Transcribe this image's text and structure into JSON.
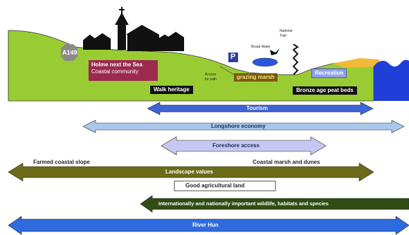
{
  "scene": {
    "road": "A149",
    "parking": "P",
    "village": {
      "name": "Holme next the Sea",
      "type": "Coastal community"
    },
    "walk_heritage": "Walk heritage",
    "access": "Access\nfor path",
    "grazing_marsh": "grazing marsh",
    "wood_harbour": "Broad Water",
    "national_trail": "National\nTrail",
    "recreation": "Recreation",
    "peat_beds": "Bronze age peat beds"
  },
  "bands": [
    {
      "id": "tourism",
      "label": "Tourism",
      "color": "#3f63d8"
    },
    {
      "id": "longshore",
      "label": "Longshore economy",
      "color": "#a8c8ee"
    },
    {
      "id": "foreshore",
      "label": "Foreshore access",
      "color": "#c6c8f2"
    },
    {
      "id": "landscape",
      "label": "Landscape values",
      "color": "#6b6b18",
      "left_note": "Farmed coastal slope",
      "right_note": "Coastal marsh and dunes"
    },
    {
      "id": "agri",
      "label": "Good agricultural land"
    },
    {
      "id": "wildlife",
      "label": "Internationally and nationally important wildlife, habitats and species",
      "color": "#2f4d14"
    },
    {
      "id": "river",
      "label": "River Hun",
      "color": "#2f6be0"
    }
  ],
  "colors": {
    "land": "#99cc33",
    "sea": "#1f3fd8",
    "sand": "#f2b83a",
    "village_box": "#9b2950",
    "marsh_box": "#7a5a10",
    "recreation_box": "#8ea0f0"
  }
}
